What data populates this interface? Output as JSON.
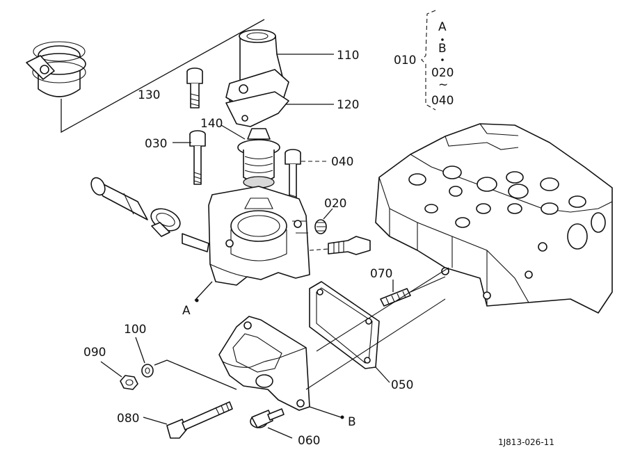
{
  "labels": {
    "p110": "110",
    "p120": "120",
    "p130": "130",
    "p140": "140",
    "p030": "030",
    "p040": "040",
    "p020": "020",
    "p070": "070",
    "p100": "100",
    "p090": "090",
    "p050": "050",
    "p080": "080",
    "p060": "060",
    "ref_a": "A",
    "ref_b": "B"
  },
  "legend": {
    "group": "010",
    "items": [
      "A",
      "B",
      "020",
      "040"
    ],
    "range_mark": "~"
  },
  "figure_code": "1J813-026-11"
}
